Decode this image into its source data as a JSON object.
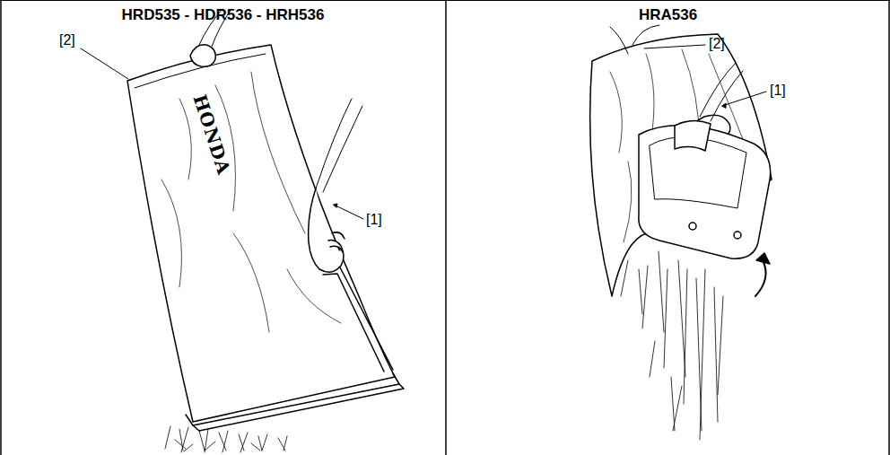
{
  "diagram": {
    "nodes": [
      {
        "text": [
          "HRD535 - HDR536 - HRH536"
        ]
      },
      {
        "text": [
          "HRA536"
        ]
      }
    ],
    "labels": [
      "[2]",
      "[1]",
      "HONDA",
      "[2]",
      "[1]"
    ]
  }
}
